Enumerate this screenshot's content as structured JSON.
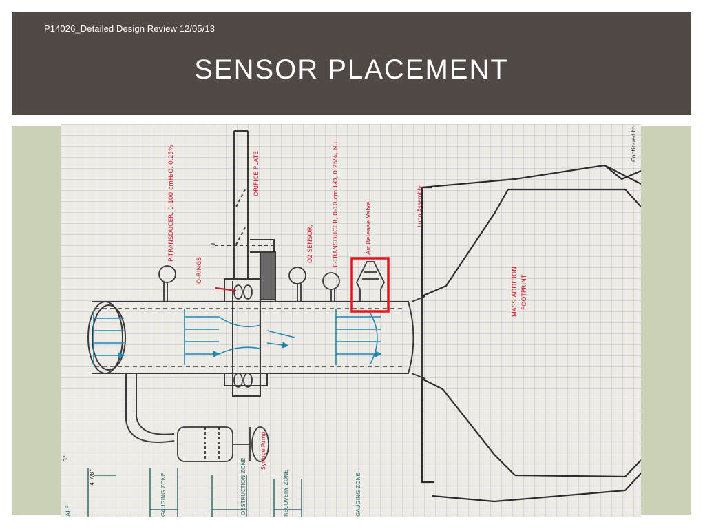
{
  "slide": {
    "header_text": "P14026_Detailed Design Review 12/05/13",
    "title": "SENSOR PLACEMENT"
  },
  "sketch": {
    "labels": {
      "continued": "Continued to",
      "orifice_plate": "ORIFICE PLATE",
      "p_transducer_1": "P-TRANSDUCER, 0-100 cmH₂O, 0.25%",
      "o_rings": "O-RINGS",
      "o2_sensor": "O2 SENSOR,",
      "p_transducer_2": "P-TRANSDUCER, 0-10 cmH₂O, 0.25%, Nu",
      "release_valve": "Air Release Valve",
      "lung_assembly": "Lung Assembly",
      "mass_addition": "MASS ADDITION",
      "footprint": "FOOTPRINT",
      "syringe_pump": "Syringe Pump",
      "gauging_zone": "GAUGING ZONE",
      "recovery_zone": "RECOVERY ZONE",
      "obstruction_zone": "OBSTRUCTION ZONE",
      "scale": "ALE",
      "dim_1": "4 7/8\"",
      "dim_2": "3\"",
      "letter_u": "U"
    },
    "colors": {
      "paper": "#eeebe6",
      "grid": "#b9c0c8",
      "pencil": "#3a3838",
      "blue": "#1f88b4",
      "red_ink": "#c8202c",
      "highlight": "#e6141e"
    }
  }
}
